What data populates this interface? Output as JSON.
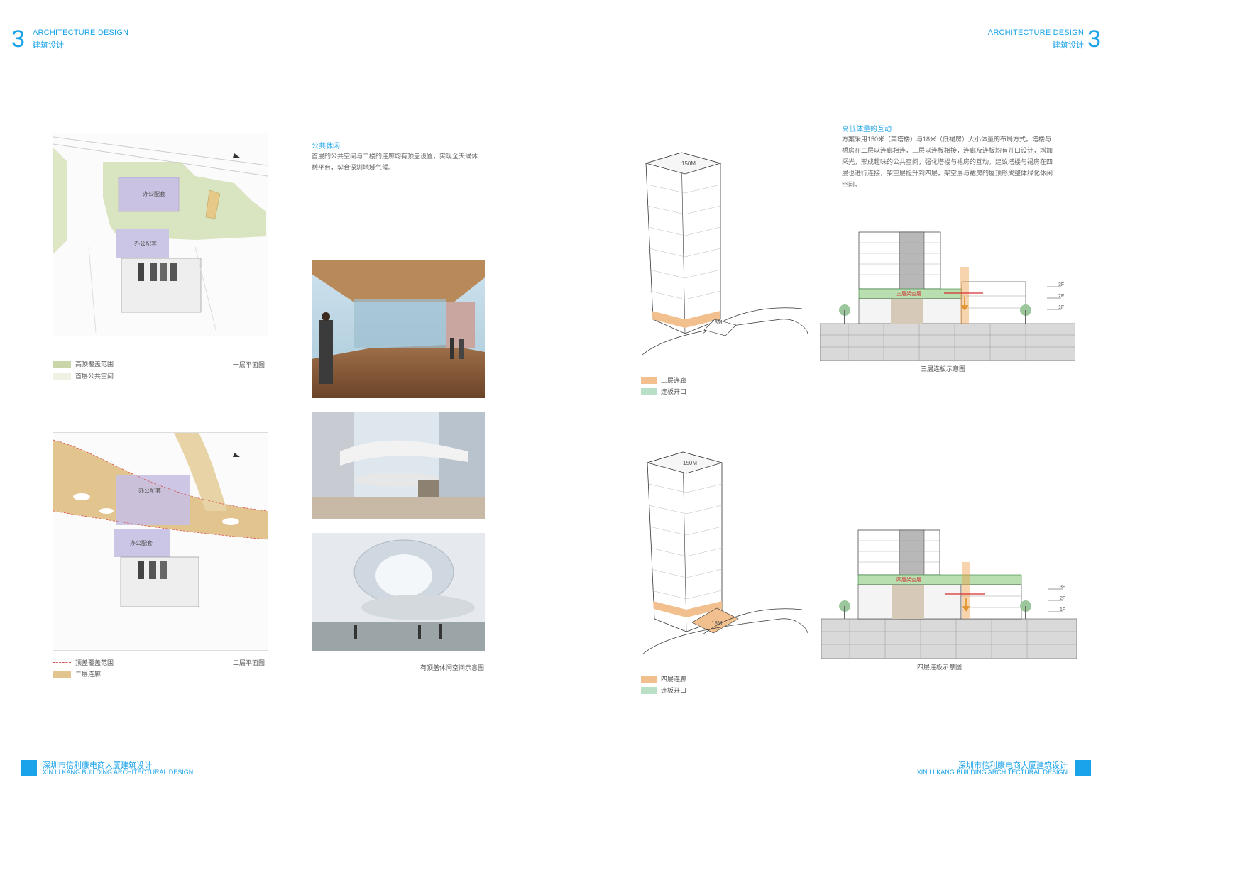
{
  "header": {
    "num_left": "3",
    "title_en_left": "ARCHITECTURE DESIGN",
    "title_cn_left": "建筑设计",
    "num_right": "3",
    "title_en_right": "ARCHITECTURE DESIGN",
    "title_cn_right": "建筑设计"
  },
  "plans": {
    "plan1": {
      "label_office_top": "办公配套",
      "label_office_mid": "办公配套",
      "caption": "一层平面图",
      "legend": [
        {
          "color": "#c9d7a8",
          "text": "高顶覆盖范围"
        },
        {
          "color": "#eef2e2",
          "text": "首层公共空间"
        }
      ]
    },
    "plan2": {
      "label_office_top": "办公配套",
      "label_office_mid": "办公配套",
      "caption": "二层平面图",
      "legend": [
        {
          "color": "#e06a6a",
          "text": "顶盖覆盖范围"
        },
        {
          "color": "#e2c48f",
          "text": "二层连廊"
        }
      ]
    }
  },
  "public_leisure": {
    "title": "公共休闲",
    "body": "首层的公共空间与二楼的连廊均有顶盖设置，实现全天候休憩平台，契合深圳地域气候。",
    "photo_caption": "有顶盖休闲空间示意图"
  },
  "interaction": {
    "title": "高低体量的互动",
    "body": "方案采用150米（高塔楼）与18米（低裙房）大小体量的布局方式。塔楼与裙房在二层以连廊相连，三层以连板相接，连廊及连板均有开口设计，增加采光，形成趣味的公共空间，强化塔楼与裙房的互动。建议塔楼与裙房在四层也进行连接，架空层提升到四层，架空层与裙房的屋顶形成整体绿化休闲空间。"
  },
  "tower1": {
    "height_top": "150M",
    "height_low": "18M",
    "legend": [
      {
        "color": "#f2c08f",
        "text": "三层连廊"
      },
      {
        "color": "#b9e0c6",
        "text": "连板开口"
      }
    ]
  },
  "tower2": {
    "height_top": "150M",
    "height_low": "18M",
    "legend": [
      {
        "color": "#f2c08f",
        "text": "四层连廊"
      },
      {
        "color": "#b9e0c6",
        "text": "连板开口"
      }
    ]
  },
  "section1": {
    "caption": "三层连板示意图",
    "label_band": "三层架空层",
    "levels": [
      "3F",
      "2F",
      "1F"
    ]
  },
  "section2": {
    "caption": "四层连板示意图",
    "label_band": "四层架空层",
    "levels": [
      "3F",
      "2F",
      "1F"
    ]
  },
  "footer": {
    "left_cn": "深圳市信利康电商大厦建筑设计",
    "left_en": "XIN LI KANG BUILDING ARCHITECTURAL DESIGN",
    "right_cn": "深圳市信利康电商大厦建筑设计",
    "right_en": "XIN LI KANG BUILDING ARCHITECTURAL DESIGN"
  }
}
